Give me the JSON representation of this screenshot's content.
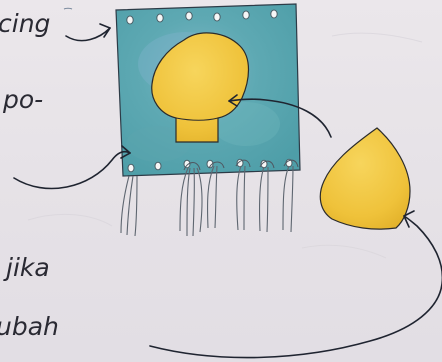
{
  "labels": {
    "top_left": "cing",
    "mid_left": "po-",
    "lower_left_1": "jika",
    "lower_left_2": "ubah"
  },
  "colors": {
    "paper": "#e7e3e7",
    "panel_teal": "#5aa7b3",
    "panel_blue": "#79b2c7",
    "mustard": "#f1c43a",
    "ink": "#2a2a33"
  }
}
